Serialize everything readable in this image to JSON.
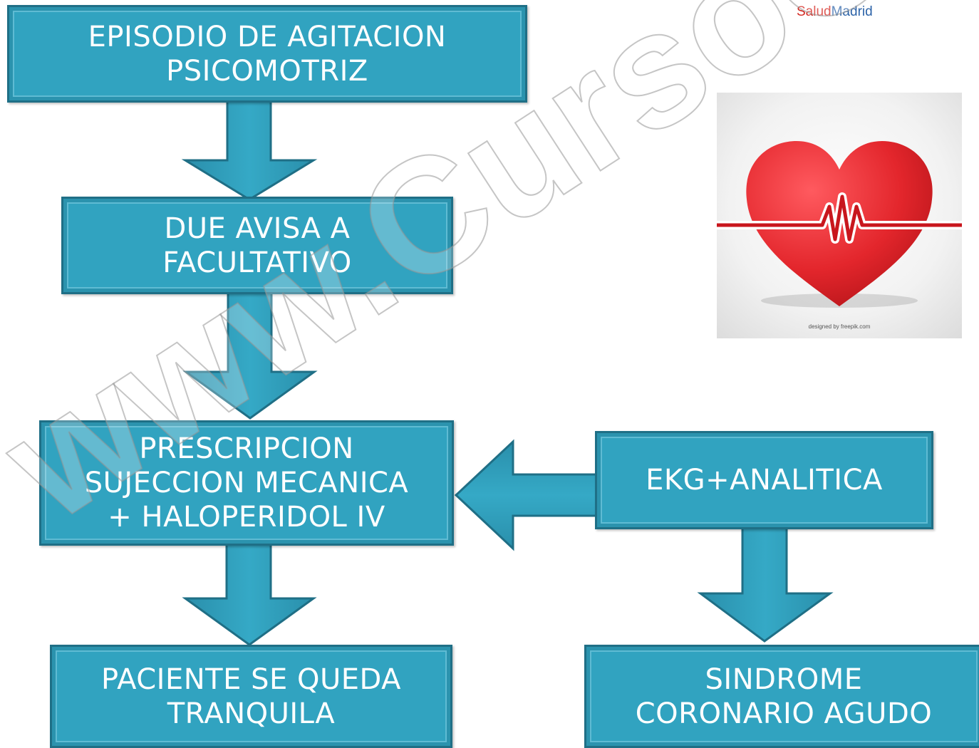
{
  "logo": {
    "part1": "Salud",
    "part2": "Madrid"
  },
  "boxes": {
    "episodio": "EPISODIO DE AGITACION\nPSICOMOTRIZ",
    "due": "DUE AVISA A\nFACULTATIVO",
    "prescripcion": "PRESCRIPCION\nSUJECCION MECANICA\n+ HALOPERIDOL IV",
    "ekg": "EKG+ANALITICA",
    "paciente": "PACIENTE SE QUEDA\nTRANQUILA",
    "sindrome": "SINDROME\nCORONARIO AGUDO"
  },
  "image": {
    "credit": "designed by freepik.com"
  },
  "watermark": "www.CursoCardio.com",
  "colors": {
    "box_fill": "#31a3c0",
    "box_border": "#1f6f86",
    "heart": "#e3262c",
    "logo_red": "#d4261f",
    "logo_blue": "#2c63a8"
  },
  "icons": [
    "down-arrow",
    "left-arrow",
    "heart-ecg-icon"
  ]
}
